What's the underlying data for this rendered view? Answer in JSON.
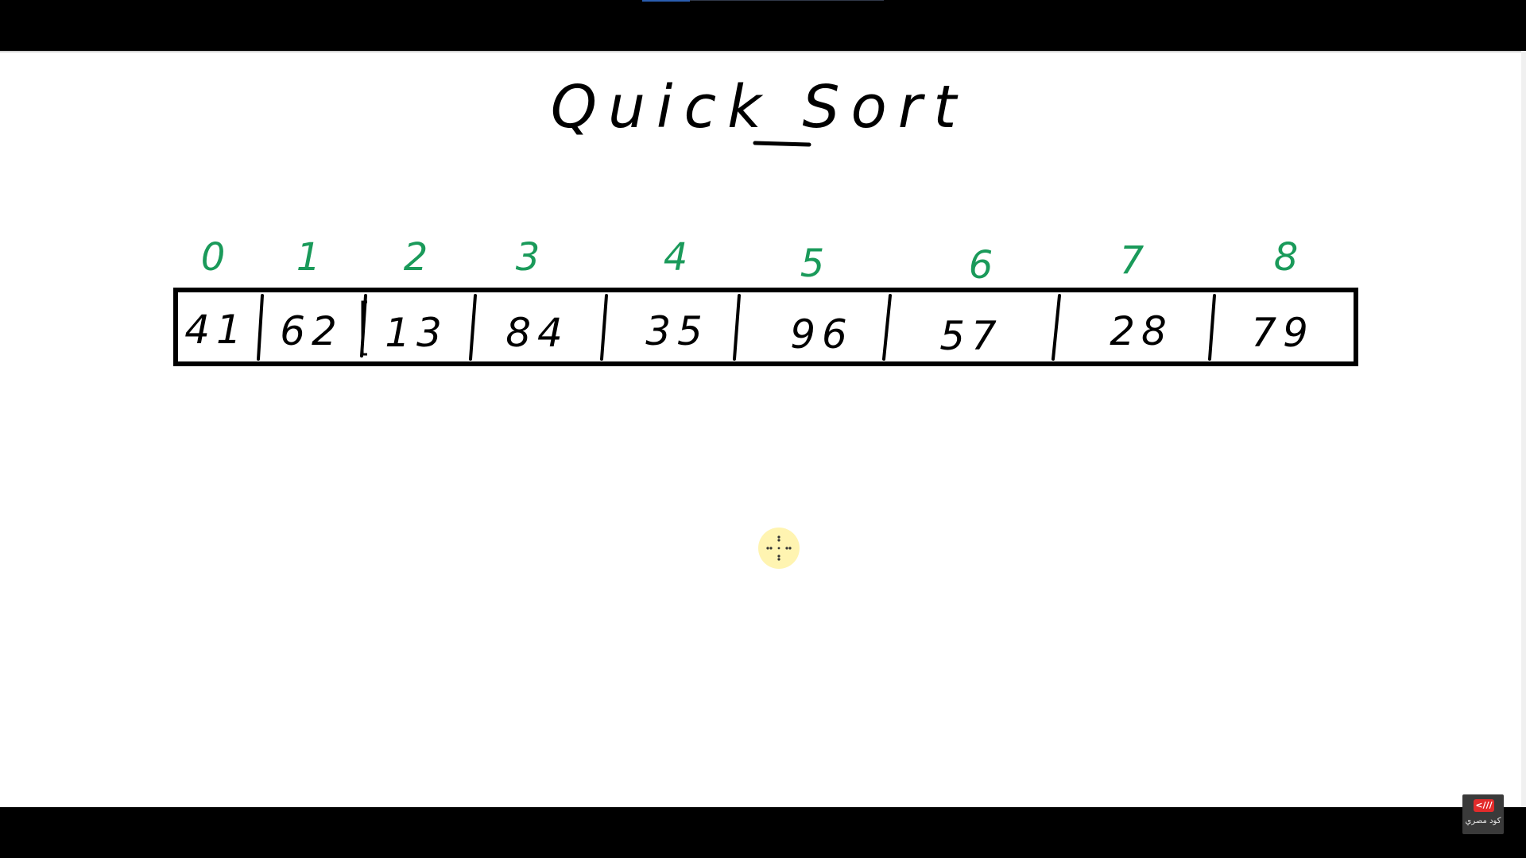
{
  "title": "Quick Sort",
  "array": {
    "indices": [
      "0",
      "1",
      "2",
      "3",
      "4",
      "5",
      "6",
      "7",
      "8"
    ],
    "values": [
      "41",
      "62",
      "13",
      "84",
      "35",
      "96",
      "57",
      "28",
      "79"
    ]
  },
  "colors": {
    "ink": "#000000",
    "index_ink": "#1a9a5a",
    "board": "#ffffff",
    "cursor_highlight": "#fff3a8"
  },
  "cursor": {
    "icon": "move-cursor-icon"
  },
  "watermark": {
    "mark": "<///",
    "text": "كود مصري"
  }
}
